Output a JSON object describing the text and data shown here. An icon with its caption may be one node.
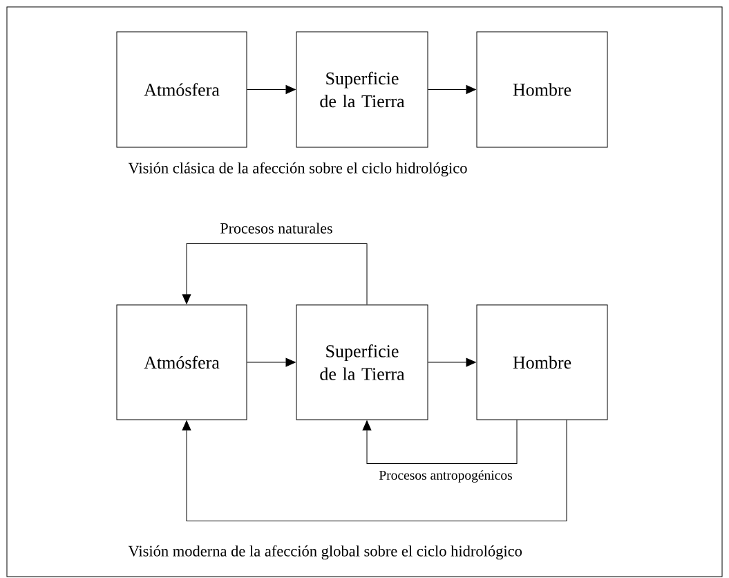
{
  "diagram": {
    "nodes": [
      {
        "text": [
          "Atmósfera"
        ]
      },
      {
        "text": [
          "Superficie de la Tierra"
        ]
      },
      {
        "text": [
          "Hombre"
        ]
      },
      {
        "text": [
          "Atmósfera"
        ]
      },
      {
        "text": [
          "Superficie de la Tierra"
        ]
      },
      {
        "text": [
          "Hombre"
        ]
      }
    ],
    "edges": [
      {
        "from": 0,
        "to": 1,
        "arrow": "to"
      },
      {
        "from": 1,
        "to": 2,
        "arrow": "to"
      },
      {
        "from": 3,
        "to": 4,
        "arrow": "to"
      },
      {
        "from": 4,
        "to": 5,
        "arrow": "to"
      },
      {
        "from": 4,
        "to": 3,
        "arrow": "to",
        "label": "Procesos naturales"
      },
      {
        "from": 5,
        "to": 4,
        "arrow": "to",
        "label": "Procesos antropogénicos"
      },
      {
        "from": 5,
        "to": 3,
        "arrow": "to"
      }
    ],
    "labels": [
      "Visión clásica de la afección sobre el ciclo hidrológico",
      "Visión moderna de la afección global sobre el ciclo hidrológico"
    ]
  }
}
